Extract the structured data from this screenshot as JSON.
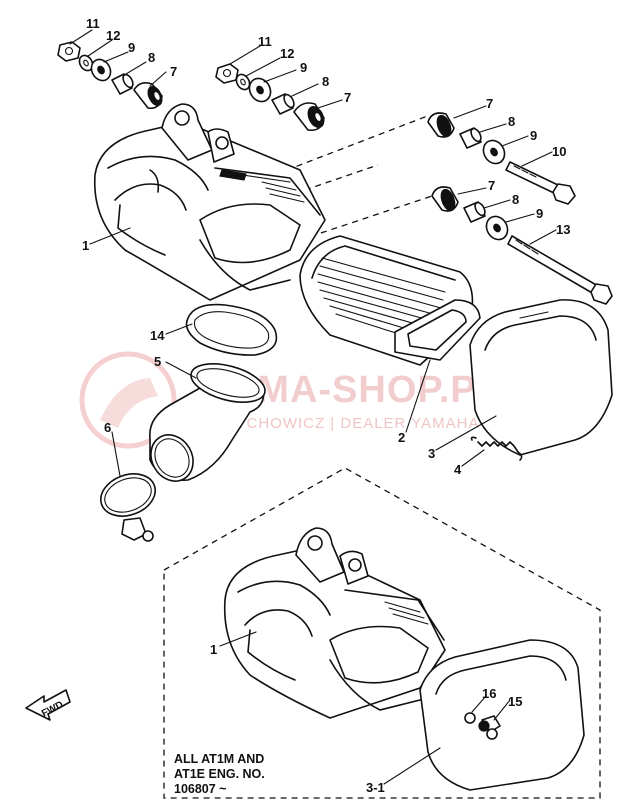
{
  "labels": {
    "n1": "1",
    "n2": "2",
    "n3": "3",
    "n3_1": "3-1",
    "n4": "4",
    "n5": "5",
    "n6": "6",
    "n7": "7",
    "n8": "8",
    "n9": "9",
    "n10": "10",
    "n11": "11",
    "n12": "12",
    "n13": "13",
    "n14": "14",
    "n15": "15",
    "n16": "16"
  },
  "watermark": {
    "title": "YAMA-SHOP.PL",
    "subtitle": "WOJTCHOWICZ | DEALER YAMAHA"
  },
  "note": {
    "line1": "ALL AT1M AND",
    "line2": "AT1E ENG. NO.",
    "line3": "106807 ~"
  },
  "fwd": "FWD"
}
